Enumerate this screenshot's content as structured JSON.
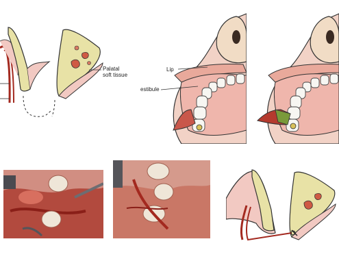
{
  "figure": {
    "panel_a": {
      "label_palatal": "Palatal",
      "label_soft_tissue": "soft tissue"
    },
    "panel_b": {
      "label_lip": "Lip",
      "label_vestibule": "estibule"
    },
    "colors": {
      "bone": "#e8e2a6",
      "gingiva": "#f2c9c2",
      "tissue_red": "#b53a2e",
      "tooth": "#f7f6f2",
      "skin": "#f0d9c8",
      "photo_blood": "#b3261e"
    }
  }
}
